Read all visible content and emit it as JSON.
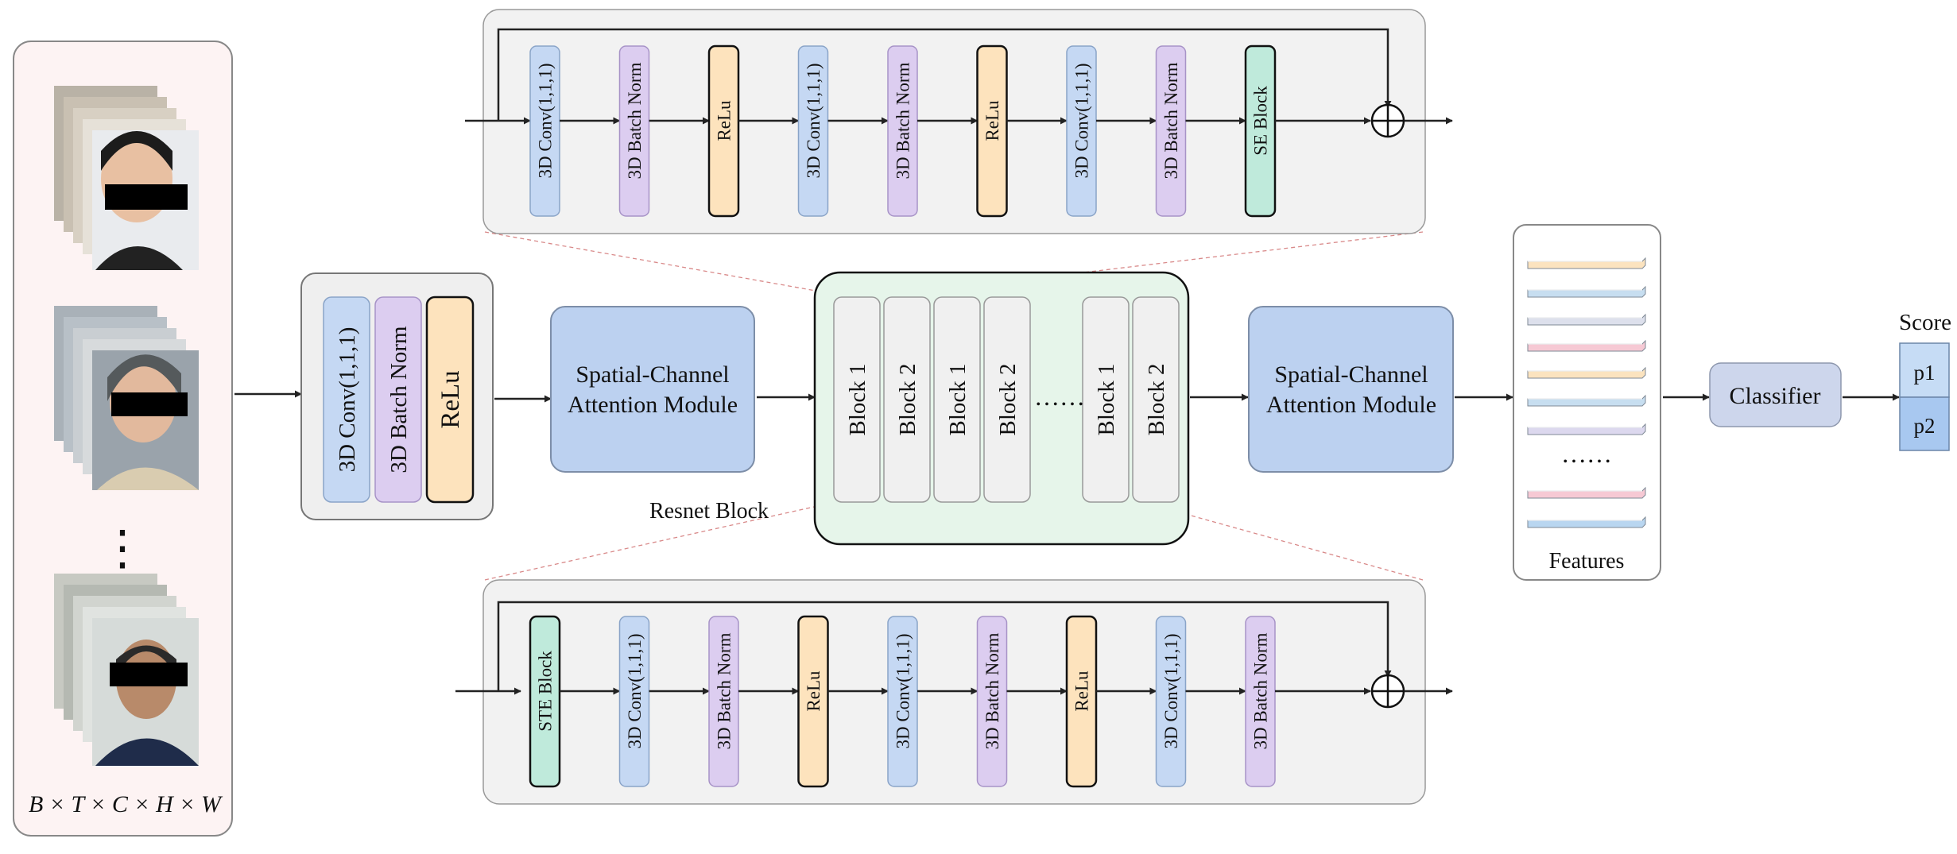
{
  "input": {
    "shape_label": "B × T × C × H × W",
    "ellipsis": "⋮"
  },
  "stem": {
    "labels": [
      "3D Conv(1,1,1)",
      "3D Batch Norm",
      "ReLu"
    ]
  },
  "attention1": {
    "lines": [
      "Spatial-Channel",
      "Attention Module"
    ]
  },
  "attention2": {
    "lines": [
      "Spatial-Channel",
      "Attention Module"
    ]
  },
  "resnet": {
    "caption": "Resnet Block",
    "blocks": [
      "Block 1",
      "Block 2",
      "Block 1",
      "Block 2",
      "Block 1",
      "Block 2"
    ],
    "dots": "……"
  },
  "top_block": {
    "labels": [
      "3D Conv(1,1,1)",
      "3D Batch Norm",
      "ReLu",
      "3D Conv(1,1,1)",
      "3D Batch Norm",
      "ReLu",
      "3D Conv(1,1,1)",
      "3D Batch Norm",
      "SE Block"
    ],
    "kinds": [
      "conv",
      "bn",
      "relu",
      "conv",
      "bn",
      "relu",
      "conv",
      "bn",
      "se"
    ]
  },
  "bottom_block": {
    "labels": [
      "STE Block",
      "3D Conv(1,1,1)",
      "3D Batch Norm",
      "ReLu",
      "3D Conv(1,1,1)",
      "3D Batch Norm",
      "ReLu",
      "3D Conv(1,1,1)",
      "3D Batch Norm"
    ],
    "kinds": [
      "se",
      "conv",
      "bn",
      "relu",
      "conv",
      "bn",
      "relu",
      "conv",
      "bn"
    ]
  },
  "features": {
    "caption": "Features",
    "dots": "……",
    "bar_colors": [
      "#fbe3bf",
      "#c7def0",
      "#dde0ec",
      "#f6c9d4",
      "#fbe3bf",
      "#c7def0",
      "#dcd8ee",
      "#f6c9d4",
      "#b9d6f0"
    ]
  },
  "classifier": {
    "label": "Classifier"
  },
  "score": {
    "title": "Score",
    "items": [
      "p1",
      "p2"
    ]
  },
  "colors": {
    "conv": "#c5d8f3",
    "bn": "#dccdf0",
    "relu": "#fde3bd",
    "se": "#bfeadb",
    "module": "#bcd1f0",
    "resnet_bg": "#e6f5ea",
    "input_bg": "#fdf3f3",
    "panel_bg": "#f2f2f2",
    "stem_bg": "#efefef",
    "classifier": "#cdd6ec",
    "score1": "#c6dcf5",
    "score2": "#a8c8f0"
  }
}
